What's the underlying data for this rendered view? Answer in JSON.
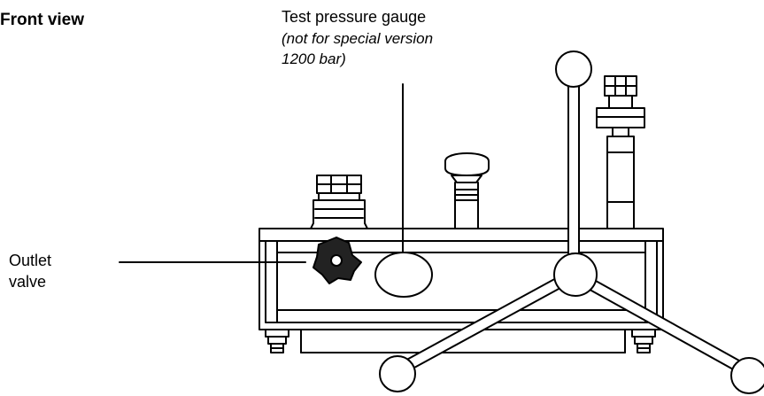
{
  "labels": {
    "front_view": "Front view",
    "gauge_title": "Test pressure gauge",
    "gauge_note_1": "(not for special version",
    "gauge_note_2": "1200 bar)",
    "outlet_1": "Outlet",
    "outlet_2": "valve"
  },
  "colors": {
    "stroke": "#000000",
    "background": "#ffffff"
  }
}
